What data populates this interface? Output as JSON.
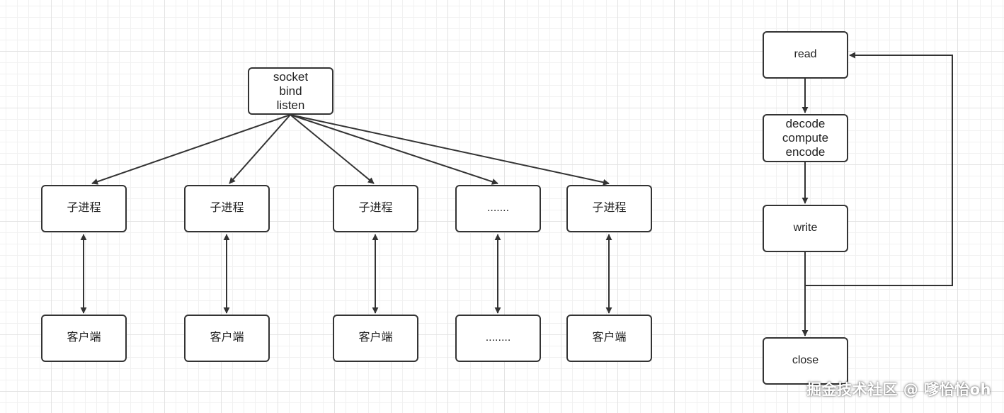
{
  "server": {
    "lines": [
      "socket",
      "bind",
      "listen"
    ]
  },
  "children": [
    {
      "process": "子进程",
      "client": "客户端"
    },
    {
      "process": "子进程",
      "client": "客户端"
    },
    {
      "process": "子进程",
      "client": "客户端"
    },
    {
      "process": ".......",
      "client": "........"
    },
    {
      "process": "子进程",
      "client": "客户端"
    }
  ],
  "loop": {
    "read": "read",
    "process_lines": [
      "decode",
      "compute",
      "encode"
    ],
    "write": "write",
    "close": "close"
  },
  "watermark": "掘金技术社区 @ 嗲怡怡oh",
  "colors": {
    "line": "#333333",
    "box_border": "#333333",
    "background": "#ffffff",
    "grid": "#e3e3e3"
  }
}
